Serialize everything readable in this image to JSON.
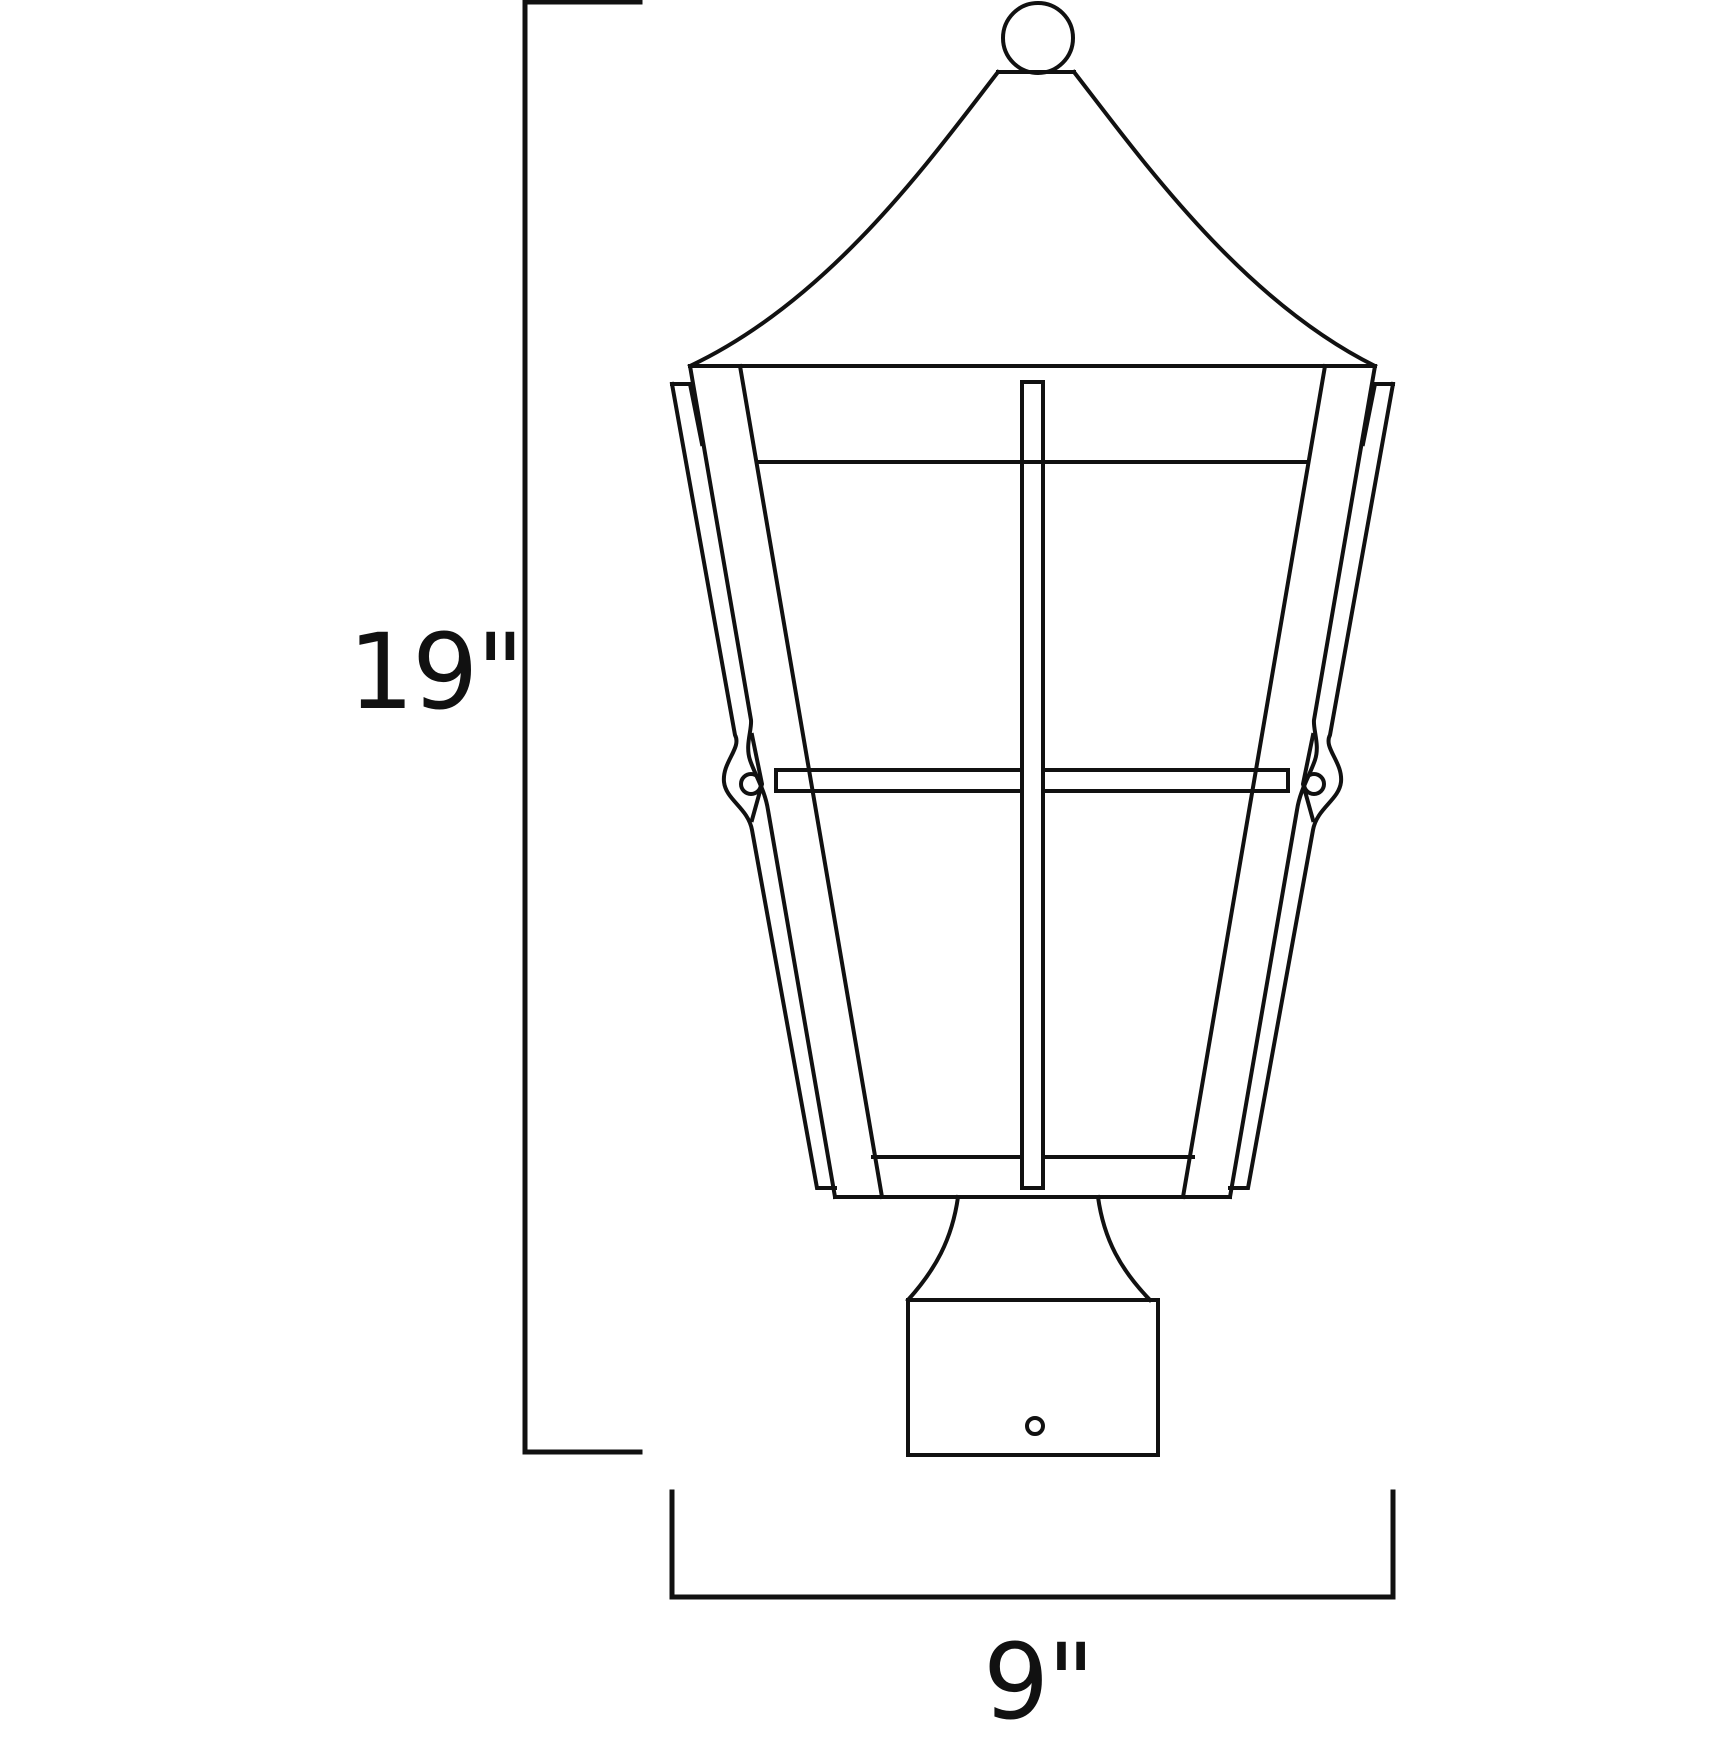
{
  "diagram": {
    "type": "technical dimension drawing",
    "subject": "post-mount outdoor lantern",
    "line_color": "#111111",
    "background_color": "#ffffff"
  },
  "dimensions": {
    "height": {
      "label": "19\"",
      "value": 19,
      "unit": "in",
      "orientation": "vertical"
    },
    "width": {
      "label": "9\"",
      "value": 9,
      "unit": "in",
      "orientation": "horizontal"
    }
  },
  "parts": {
    "finial": "ball-finial",
    "roof": "pagoda-roof",
    "frame": "tapered-frame-with-side-straps",
    "glass": "four-pane-with-cross-mullion",
    "mount": "flared-post-fitter",
    "fitter_hole": "set-screw-hole"
  }
}
